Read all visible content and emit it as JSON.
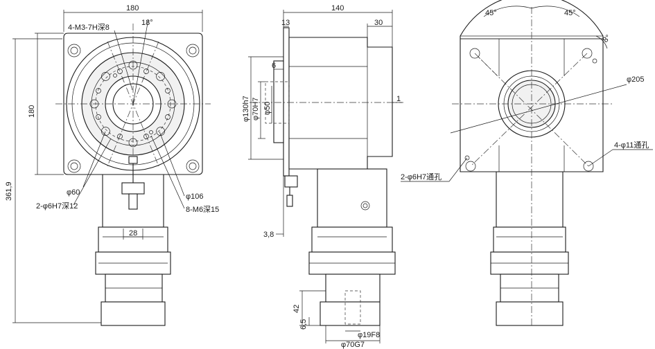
{
  "front_view": {
    "width_dim": "180",
    "height_dim": "180",
    "total_height_dim": "361,9",
    "angle_18": "18°",
    "tap_holes": "4-M3-7H深8",
    "bolt_circle": "φ60",
    "pin_holes": "2-φ6H7深12",
    "pcd_106": "φ106",
    "bolt_holes": "8-M6深15",
    "slot_width": "28"
  },
  "side_view": {
    "length_dim": "140",
    "flange_dim": "13",
    "offset_dim": "30",
    "spigot_dim": "6",
    "dia_130": "φ130h7",
    "dia_70": "φ70H7",
    "dia_50": "φ50",
    "runout_dim": "1",
    "gap_dim": "3,8",
    "shaft_len": "42",
    "shaft_step": "6,5",
    "dia_19": "φ19F8",
    "dia_70g": "φ70G7"
  },
  "rear_view": {
    "angle_a": "45°",
    "angle_b": "45°",
    "angle_c": "8°",
    "dia_205": "φ205",
    "through_holes": "4-φ11通孔",
    "pin_through": "2-φ6H7通孔"
  }
}
